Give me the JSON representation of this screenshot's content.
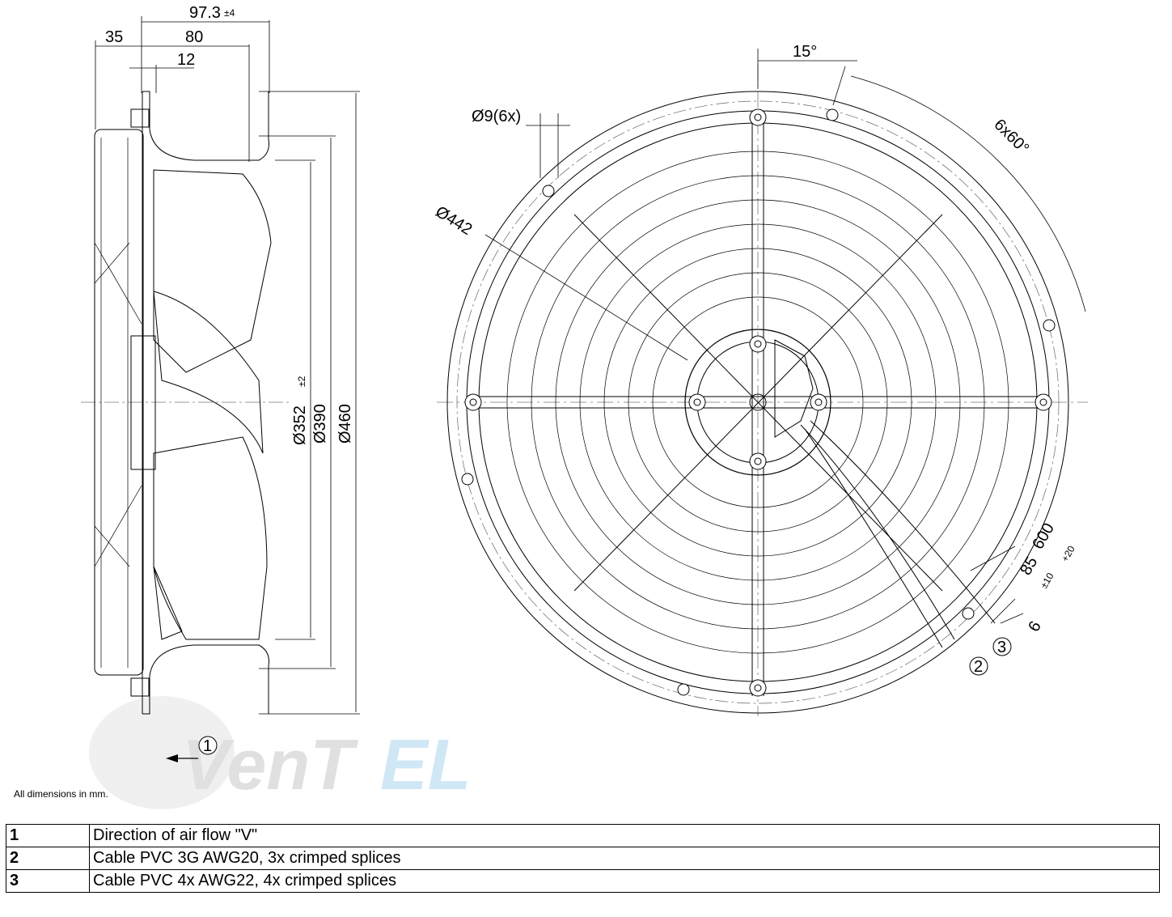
{
  "watermark": {
    "text_main": "VenT",
    "text_accent": "EL",
    "color_main": "#c8c8c8",
    "color_accent": "#aad4ee"
  },
  "dimensions": {
    "d_973": "97.3",
    "tol_973": "±4",
    "d_35": "35",
    "d_80": "80",
    "d_12": "12",
    "dia_352": "Ø352",
    "tol_352": "±2",
    "dia_390": "Ø390",
    "dia_460": "Ø460",
    "angle_15": "15°",
    "holes": "Ø9(6x)",
    "dia_442": "Ø442",
    "pattern": "6x60°",
    "cable_600": "600",
    "tol_600": "+20",
    "cable_85": "85",
    "tol_85": "±10",
    "strip_6": "6"
  },
  "callouts": {
    "c1": "1",
    "c2": "2",
    "c3": "3"
  },
  "note": "All dimensions in mm.",
  "legend": [
    {
      "num": "1",
      "text": "Direction of air flow \"V\""
    },
    {
      "num": "2",
      "text": "Cable PVC 3G AWG20, 3x crimped splices"
    },
    {
      "num": "3",
      "text": "Cable PVC 4x AWG22, 4x crimped splices"
    }
  ],
  "colors": {
    "line": "#000000",
    "thin": "#555555"
  }
}
